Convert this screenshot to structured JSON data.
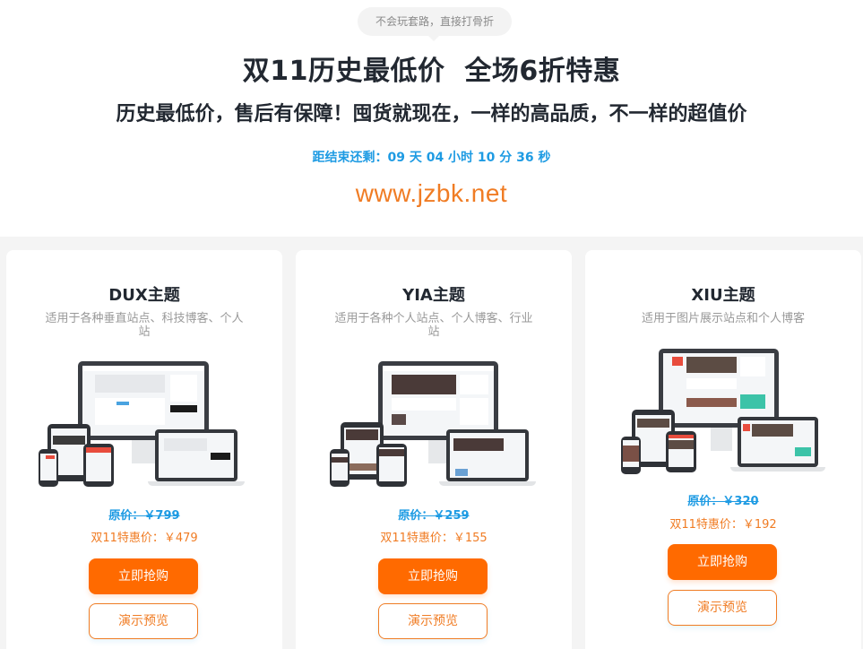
{
  "hero": {
    "bubble_text": "不会玩套路，直接打骨折",
    "title": "双11历史最低价  全场6折特惠",
    "subtitle": "历史最低价，售后有保障！囤货就现在，一样的高品质，不一样的超值价",
    "countdown": "距结束还剩：09 天 04 小时 10 分 36 秒",
    "site_url": "www.jzbk.net"
  },
  "colors": {
    "accent_orange": "#ff6a00",
    "price_orange": "#f07c24",
    "price_blue": "#1e9be3",
    "heading": "#222831",
    "band_bg": "#f4f4f4"
  },
  "cards": [
    {
      "title": "DUX主题",
      "description": "适用于各种垂直站点、科技博客、个人站",
      "image": "responsive-devices-mockup",
      "original_price": "原价：￥799",
      "sale_price": "双11特惠价：￥479",
      "buy_label": "立即抢购",
      "demo_label": "演示预览"
    },
    {
      "title": "YIA主题",
      "description": "适用于各种个人站点、个人博客、行业站",
      "image": "responsive-devices-mockup",
      "original_price": "原价：￥259",
      "sale_price": "双11特惠价：￥155",
      "buy_label": "立即抢购",
      "demo_label": "演示预览"
    },
    {
      "title": "XIU主题",
      "description": "适用于图片展示站点和个人博客",
      "image": "responsive-devices-mockup",
      "original_price": "原价：￥320",
      "sale_price": "双11特惠价：￥192",
      "buy_label": "立即抢购",
      "demo_label": "演示预览"
    }
  ]
}
